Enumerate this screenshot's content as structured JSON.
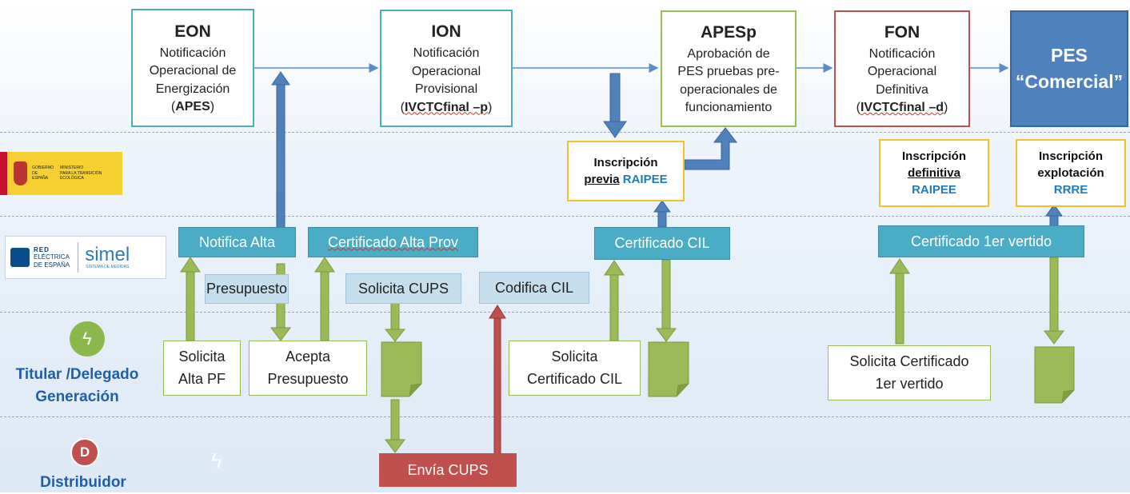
{
  "top_flow": {
    "eon": {
      "title": "EON",
      "line1": "Notificación",
      "line2": "Operacional de",
      "line3": "Energización",
      "paren_open": "(",
      "code": "APES",
      "paren_close": ")"
    },
    "ion": {
      "title": "ION",
      "line1": "Notificación",
      "line2": "Operacional",
      "line3": "Provisional",
      "paren_open": "(",
      "code": "IVCTCfinal –p",
      "paren_close": ")"
    },
    "apesp": {
      "title": "APESp",
      "line1": "Aprobación de",
      "line2": "PES pruebas pre-",
      "line3": "operacionales de",
      "line4": "funcionamiento"
    },
    "fon": {
      "title": "FON",
      "line1": "Notificación",
      "line2": "Operacional",
      "line3": "Definitiva",
      "paren_open": "(",
      "code": "IVCTCfinal –d",
      "paren_close": ")"
    },
    "pes": {
      "line1": "PES",
      "line2": "“Comercial”"
    }
  },
  "registrations": {
    "previa": {
      "line1": "Inscripción",
      "line2a": "previa",
      "line2b": "RAIPEE"
    },
    "definitiva": {
      "line1": "Inscripción",
      "line2": "definitiva",
      "line3": "RAIPEE"
    },
    "explotacion": {
      "line1": "Inscripción",
      "line2": "explotación",
      "line3": "RRRE"
    }
  },
  "logos": {
    "gobierno": {
      "line1": "GOBIERNO",
      "line2": "DE ESPAÑA",
      "ministry": "MINISTERIO",
      "ministry2": "PARA LA TRANSICIÓN ECOLÓGICA"
    },
    "ree": {
      "line1": "RED",
      "line2": "ELÉCTRICA",
      "line3": "DE ESPAÑA"
    },
    "simel": {
      "name": "simel",
      "sub": "SISTEMA DE MEDIDAS"
    }
  },
  "ree_lane": {
    "notifica_alta": "Notifica Alta",
    "certificado_alta_prov": "Certificado Alta Prov",
    "presupuesto": "Presupuesto",
    "solicita_cups": "Solicita CUPS",
    "codifica_cil": "Codifica CIL",
    "certificado_cil": "Certificado CIL",
    "certificado_vertido": "Certificado 1er vertido"
  },
  "titular_lane": {
    "label_line1": "Titular /Delegado",
    "label_line2": "Generación",
    "solicita_alta": {
      "line1": "Solicita",
      "line2": "Alta PF"
    },
    "acepta_presupuesto": {
      "line1": "Acepta",
      "line2": "Presupuesto"
    },
    "solicita_cil": {
      "line1": "Solicita",
      "line2": "Certificado CIL"
    },
    "solicita_vertido": {
      "line1": "Solicita Certificado",
      "line2": "1er vertido"
    }
  },
  "distribuidor_lane": {
    "label": "Distribuidor",
    "badge": "D",
    "envia_cups": "Envía CUPS"
  },
  "colors": {
    "teal": "#4bacc6",
    "green": "#9bbb59",
    "red": "#c0504d",
    "blue": "#4f81bd",
    "yellow": "#f2c12e"
  }
}
